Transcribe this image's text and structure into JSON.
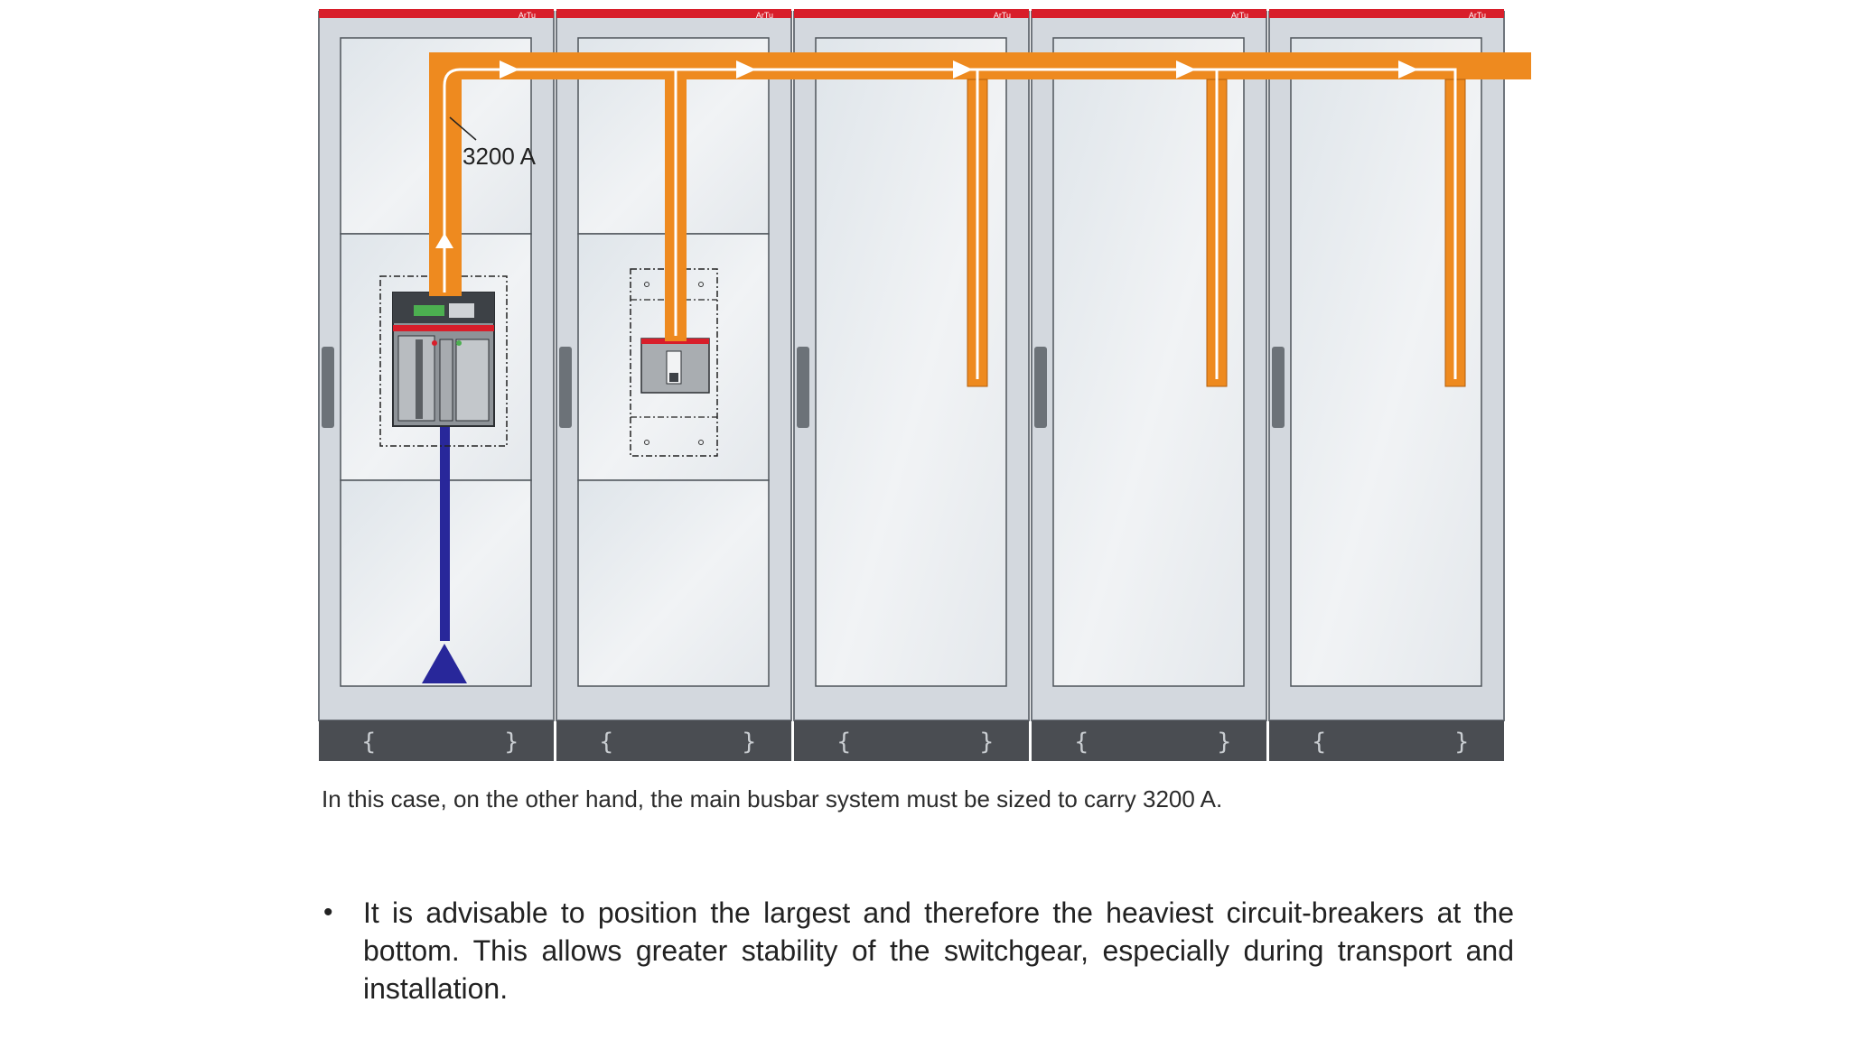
{
  "diagram": {
    "current_label": "3200 A",
    "brand_marks": [
      "ArTu",
      "ArTu",
      "ArTu",
      "ArTu",
      "ArTu"
    ],
    "colors": {
      "cabinet_frame": "#d3d8de",
      "cabinet_panel": "#e8ecf0",
      "cabinet_edge": "#6f757c",
      "top_strip": "#d81e2a",
      "plinth": "#4a4d52",
      "busbar": "#ee8a1f",
      "busbar_flow_line": "#ffffff",
      "incoming_supply": "#28279a",
      "breaker_body": "#8e9398",
      "breaker_display": "#4caf50"
    }
  },
  "caption": "In this case, on the other hand, the main busbar system must be sized to carry 3200 A.",
  "bullets": [
    "It is advisable to position the largest and therefore the heaviest circuit-breakers at the bottom. This allows greater stability of the switchgear, especially during transport and installation."
  ]
}
